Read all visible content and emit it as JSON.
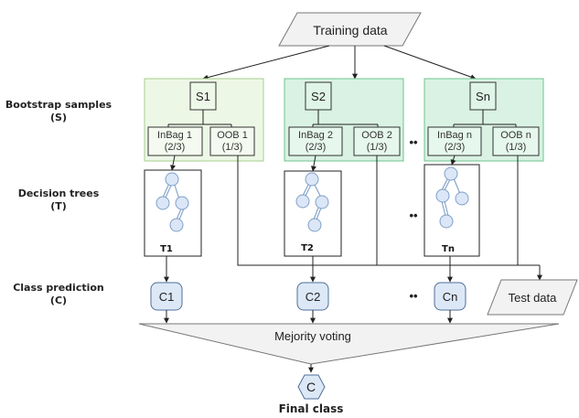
{
  "training_data": "Training data",
  "test_data": "Test data",
  "row_labels": {
    "bootstrap": [
      "Bootstrap samples",
      "(S)"
    ],
    "decision": [
      "Decision trees",
      "(T)"
    ],
    "class_pred": [
      "Class prediction",
      "(C)"
    ]
  },
  "groups": [
    {
      "sample": "S1",
      "inbag": [
        "InBag 1",
        "(2/3)"
      ],
      "oob": [
        "OOB 1",
        "(1/3)"
      ],
      "tree": "T1",
      "classifier": "C1"
    },
    {
      "sample": "S2",
      "inbag": [
        "InBag 2",
        "(2/3)"
      ],
      "oob": [
        "OOB 2",
        "(1/3)"
      ],
      "tree": "T2",
      "classifier": "C2"
    },
    {
      "sample": "Sn",
      "inbag": [
        "InBag n",
        "(2/3)"
      ],
      "oob": [
        "OOB n",
        "(1/3)"
      ],
      "tree": "Tn",
      "classifier": "Cn"
    }
  ],
  "ellipsis": "••",
  "voting": "Mejority voting",
  "final_node": "C",
  "final_label": "Final class",
  "colors": {
    "group1_fill": "#edf7e6",
    "group1_stroke": "#a6cf8c",
    "group23_fill": "#d9f2e3",
    "group23_stroke": "#6cc48e",
    "classifier_fill": "#dde8f7",
    "classifier_stroke": "#4d6f99",
    "node_fill": "#dbe6f7"
  }
}
